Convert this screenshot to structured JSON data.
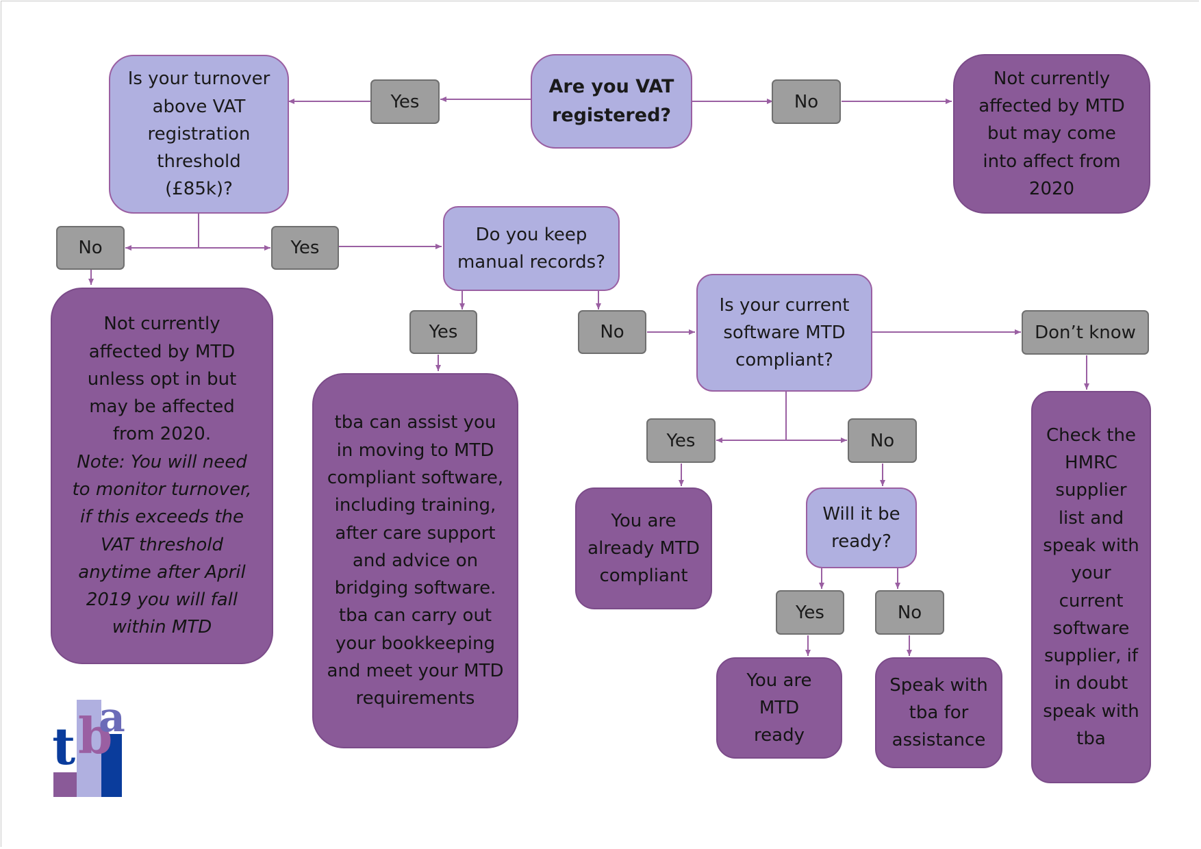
{
  "nodes": {
    "q_vat_registered": "Are you VAT registered?",
    "q_turnover": "Is your turnover above VAT registration threshold (£85k)?",
    "q_manual_records": "Do you keep manual records?",
    "q_software_compliant": "Is your current software MTD compliant?",
    "q_will_it_be_ready": "Will it be ready?",
    "out_not_affected_2020": "Not currently affected by MTD but may come into affect from 2020",
    "out_not_affected_opt_in": "Not currently affected by MTD unless opt in but may be affected from 2020.",
    "out_not_affected_note": "Note: You will need to monitor turnover, if this exceeds the VAT threshold anytime after April 2019 you will fall within MTD",
    "out_tba_assist": "tba can assist you in moving to MTD compliant software, including training, after care support and advice on bridging software. tba can carry out your bookkeeping and meet your MTD requirements",
    "out_already_compliant": "You are already MTD compliant",
    "out_mtd_ready": "You are MTD ready",
    "out_speak_tba": "Speak with tba for assistance",
    "out_check_hmrc": "Check the HMRC supplier list and speak with your current software supplier, if in doubt speak with tba"
  },
  "answers": {
    "yes": "Yes",
    "no": "No",
    "dont_know": "Don’t know"
  },
  "logo": {
    "letters": [
      "t",
      "b",
      "a"
    ],
    "colors": {
      "navy": "#0a3c9c",
      "lavender": "#b0b0e0",
      "purple": "#9a5fa2",
      "blue": "#1f3fa8"
    }
  },
  "colors": {
    "question_fill": "#b0b0e0",
    "outcome_fill": "#8a5a98",
    "answer_fill": "#9e9e9e",
    "connector": "#9a5fa2"
  }
}
